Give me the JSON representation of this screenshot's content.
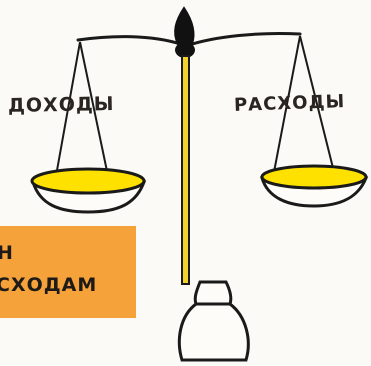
{
  "labels": {
    "left_pan": "ДОХОДЫ",
    "right_pan": "РАСХОДЫ"
  },
  "sticker": {
    "line1": "Н",
    "line2": "СХОДАМ"
  },
  "colors": {
    "paper": "#fbfaf6",
    "ink": "#1a1a1a",
    "pan_fill": "#ffe100",
    "pole": "#f2d12a",
    "sticker": "#f6a23a"
  }
}
